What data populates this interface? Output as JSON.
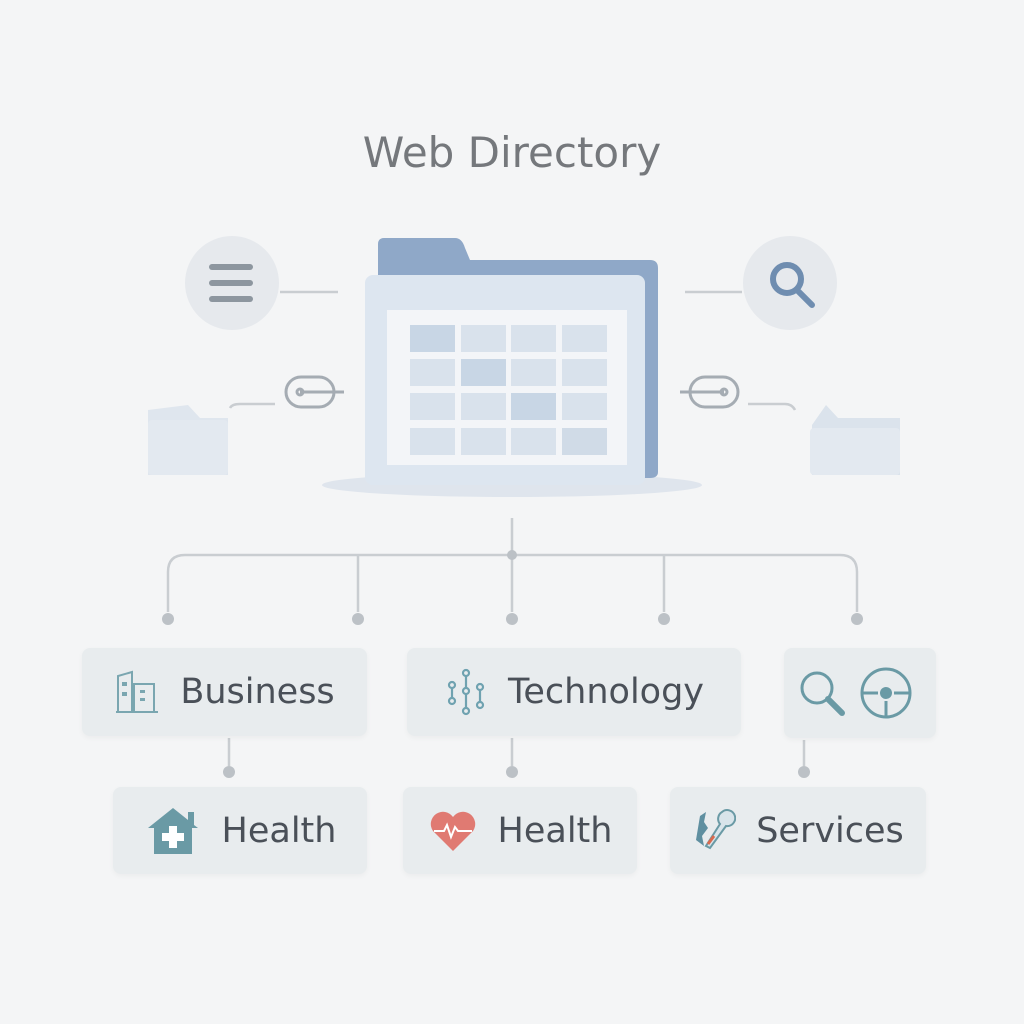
{
  "title": "Web Directory",
  "categories_top": [
    {
      "label": "Business",
      "icon": "building-icon"
    },
    {
      "label": "Technology",
      "icon": "circuit-icon"
    },
    {
      "label": "",
      "icon": "search-target-icon"
    }
  ],
  "categories_bottom": [
    {
      "label": "Health",
      "icon": "medical-house-icon"
    },
    {
      "label": "Health",
      "icon": "heart-pulse-icon"
    },
    {
      "label": "Services",
      "icon": "tools-icon"
    }
  ],
  "colors": {
    "folder_back": "#8fa8c8",
    "folder_front": "#dde6f0",
    "text": "#4a5058",
    "heart": "#e07a72",
    "teal": "#6a9aa5"
  }
}
